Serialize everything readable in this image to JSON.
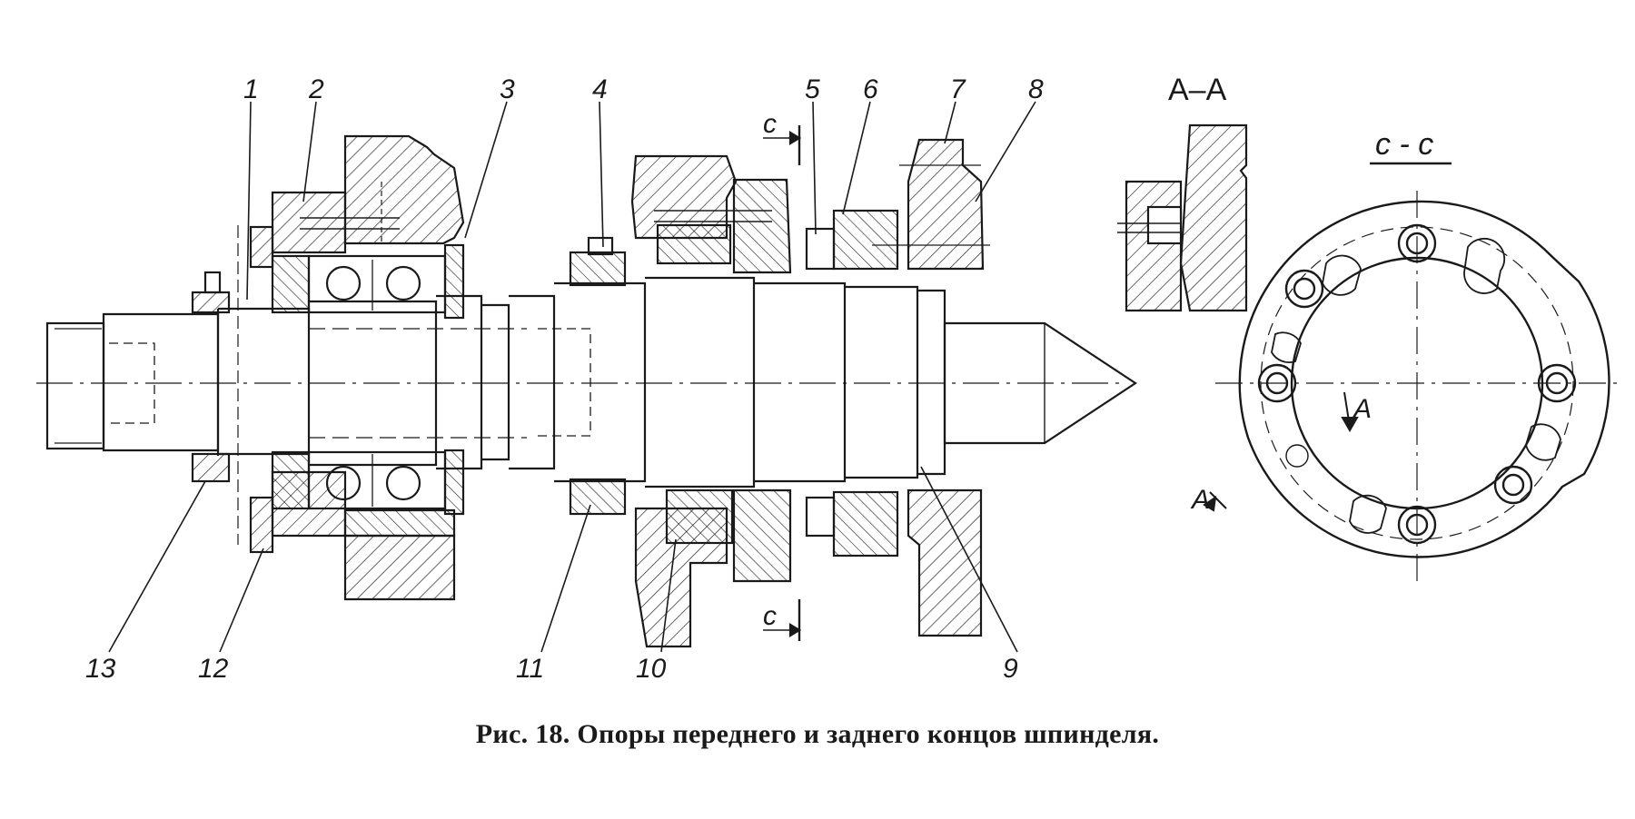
{
  "figure": {
    "caption": "Рис. 18. Опоры переднего и заднего концов шпинделя."
  },
  "callouts": [
    "1",
    "2",
    "3",
    "4",
    "5",
    "6",
    "7",
    "8",
    "9",
    "10",
    "11",
    "12",
    "13"
  ],
  "section_labels": {
    "aa": "А–А",
    "cc": "c - c",
    "c_mark": "c",
    "a_mark": "A"
  },
  "colors": {
    "ink": "#1a1a1a",
    "paper": "#ffffff"
  }
}
